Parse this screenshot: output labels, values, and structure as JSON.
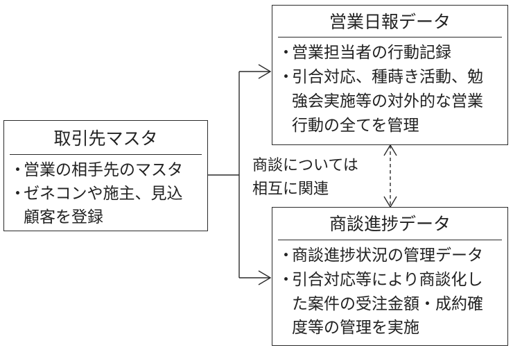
{
  "master": {
    "title": "取引先マスタ",
    "items": [
      {
        "bullet": "・",
        "lines": [
          "営業の相手先のマスタ"
        ]
      },
      {
        "bullet": "・",
        "lines": [
          "ゼネコンや施主、見込",
          "顧客を登録"
        ]
      }
    ]
  },
  "daily_report": {
    "title": "営業日報データ",
    "items": [
      {
        "bullet": "・",
        "lines": [
          "営業担当者の行動記録"
        ]
      },
      {
        "bullet": "・",
        "lines": [
          "引合対応、種蒔き活動、勉",
          "強会実施等の対外的な営業",
          "行動の全てを管理"
        ]
      }
    ]
  },
  "negotiation": {
    "title": "商談進捗データ",
    "items": [
      {
        "bullet": "・",
        "lines": [
          "商談進捗状況の管理データ"
        ]
      },
      {
        "bullet": "・",
        "lines": [
          "引合対応等により商談化し",
          "た案件の受注金額・成約確",
          "度等の管理を実施"
        ]
      }
    ]
  },
  "relation_note": [
    "商談については",
    "相互に関連"
  ]
}
